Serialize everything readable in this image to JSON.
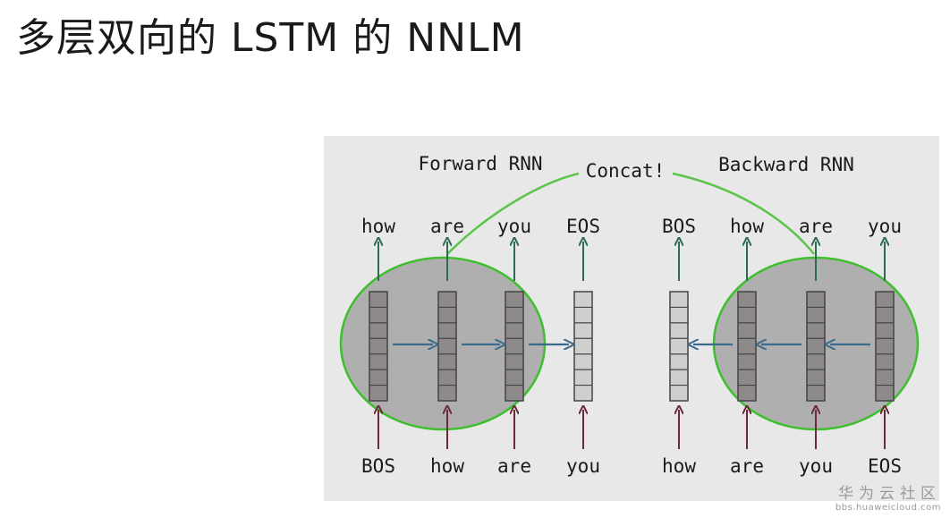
{
  "page": {
    "title": "多层双向的 LSTM 的 NNLM"
  },
  "diagram": {
    "forward_label": "Forward RNN",
    "backward_label": "Backward RNN",
    "concat_label": "Concat!",
    "forward": {
      "outputs": [
        "how",
        "are",
        "you",
        "EOS"
      ],
      "inputs": [
        "BOS",
        "how",
        "are",
        "you"
      ]
    },
    "backward": {
      "outputs": [
        "BOS",
        "how",
        "are",
        "you"
      ],
      "inputs": [
        "how",
        "are",
        "you",
        "EOS"
      ]
    },
    "colors": {
      "panel_bg": "#e8e8e8",
      "circle_fill": "#a9a9a9",
      "circle_stroke": "#3fbf2f",
      "concat_line": "#5cc44a",
      "cell_dark": "#8e8a8c",
      "cell_light": "#cfcfcf",
      "cell_stroke": "#444444",
      "arrow_up_out": "#2e6b55",
      "arrow_up_in": "#6b2a3a",
      "arrow_horizontal": "#3a6a8c"
    }
  },
  "watermark": {
    "brand": "华为云社区",
    "url": "bbs.huaweicloud.com"
  }
}
